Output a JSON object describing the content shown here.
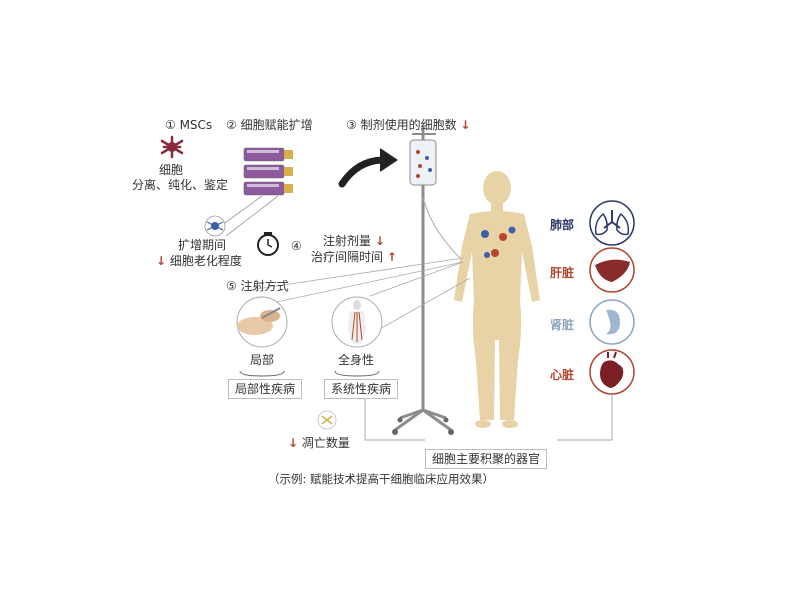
{
  "steps": {
    "s1": "① MSCs",
    "s2": "② 细胞赋能扩增",
    "s3": "③ 制剂使用的细胞数",
    "s4_a": "④",
    "s4_b": "注射剂量",
    "s4_c": "治疗间隔时间",
    "s5": "⑤ 注射方式"
  },
  "cell": {
    "title": "细胞",
    "subtitle": "分离、纯化、鉴定"
  },
  "expansion": {
    "line1": "扩增期间",
    "line2": "细胞老化程度"
  },
  "routes": {
    "local": "局部",
    "systemic": "全身性",
    "local_disease": "局部性疾病",
    "systemic_disease": "系统性疾病"
  },
  "death": "凋亡数量",
  "organs": {
    "lung": "肺部",
    "liver": "肝脏",
    "kidney": "肾脏",
    "heart": "心脏",
    "summary": "细胞主要积聚的器官"
  },
  "caption": "（示例: 赋能技术提高干细胞临床应用效果）",
  "arrows": {
    "down": "↓",
    "up": "↑"
  },
  "colors": {
    "accent": "#b3472f",
    "lung": "#2d3a6b",
    "liver": "#b3472f",
    "kidney": "#8fa6c0",
    "heart": "#b3472f",
    "body": "#e8d3a6"
  }
}
